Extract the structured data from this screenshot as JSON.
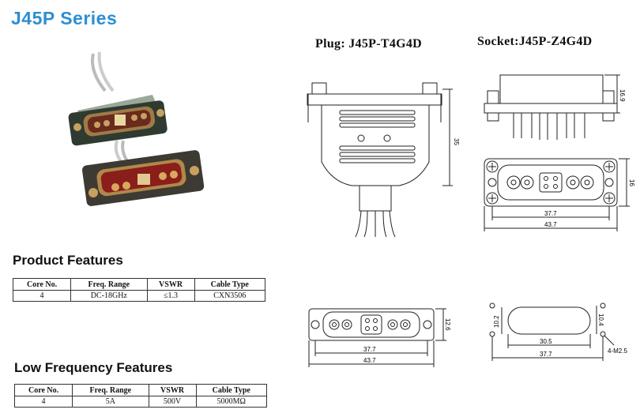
{
  "title": "J45P  Series",
  "plug_caption": "Plug: J45P-T4G4D",
  "socket_caption": "Socket:J45P-Z4G4D",
  "product_features": {
    "title": "Product Features",
    "headers": [
      "Core No.",
      "Freq. Range",
      "VSWR",
      "Cable Type"
    ],
    "rows": [
      [
        "4",
        "DC-18GHz",
        "≤1.3",
        "CXN3506"
      ]
    ]
  },
  "low_frequency_features": {
    "title": "Low Frequency Features",
    "headers": [
      "Core No.",
      "Freq. Range",
      "VSWR",
      "Cable Type"
    ],
    "rows": [
      [
        "4",
        "5A",
        "500V",
        "5000MΩ"
      ]
    ]
  },
  "dimensions": {
    "plug_height": "35",
    "socket_height": "16.9",
    "socket_face_height": "16",
    "socket_inner_width": "37.7",
    "socket_outer_width": "43.7",
    "plug_face_height": "12.6",
    "plug_inner_width": "37.7",
    "plug_outer_width": "43.7",
    "cutout_height_left": "10.2",
    "cutout_height_right": "10.4",
    "cutout_width": "30.5",
    "cutout_pitch": "37.7",
    "hole_spec": "4-M2.5"
  }
}
